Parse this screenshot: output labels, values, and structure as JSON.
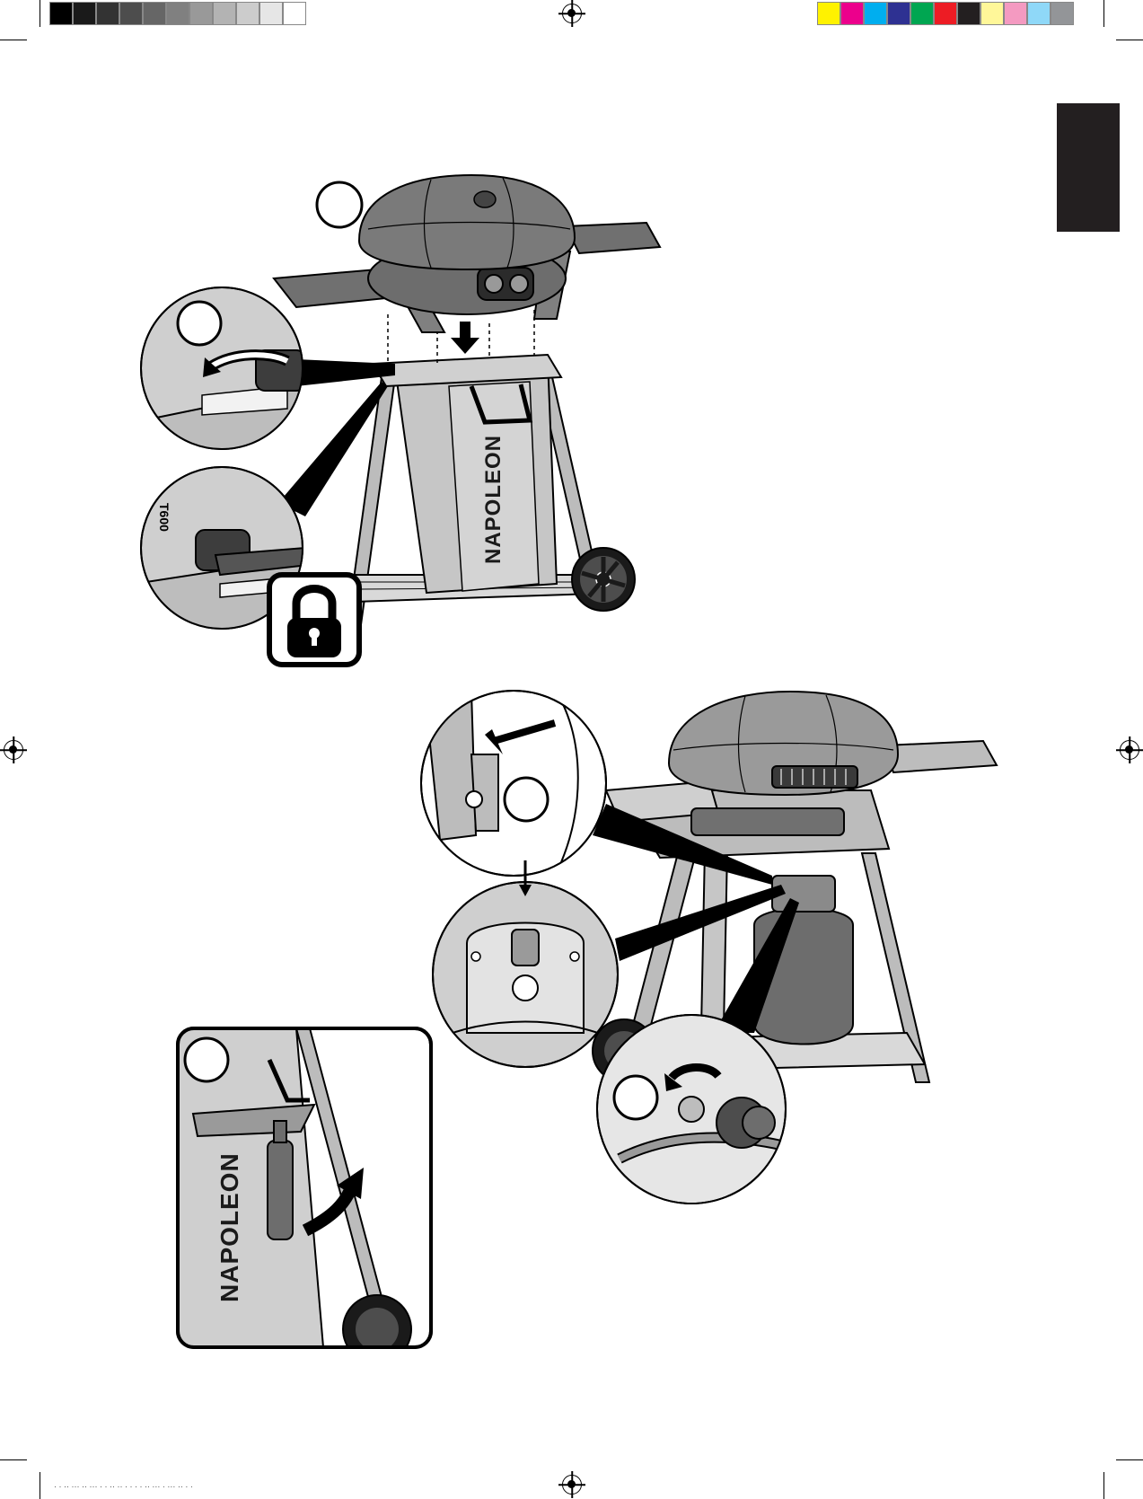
{
  "color_bar_grays": [
    "#000000",
    "#1a1a1a",
    "#333333",
    "#4d4d4d",
    "#666666",
    "#808080",
    "#999999",
    "#b3b3b3",
    "#cccccc",
    "#e6e6e6",
    "#ffffff"
  ],
  "color_bar_process": [
    "#fff200",
    "#ec008c",
    "#00aeef",
    "#2e3192",
    "#00a651",
    "#ed1c24",
    "#231f20",
    "#fff799",
    "#f49ac1",
    "#8fd8f8",
    "#939598"
  ],
  "accent_colors": {
    "lang_tab": "#231f20",
    "ink": "#000000",
    "gray_fill": "#bcbcbc",
    "dark_fill": "#6d6d6d"
  },
  "cart": {
    "brand_label": "NAPOLEON",
    "part_code": "T600"
  },
  "bottle_detail": {
    "brand_label": "NAPOLEON"
  },
  "icons": [
    "lock-icon",
    "registration-mark-icon",
    "arrow-icon"
  ],
  "footer": {
    "print_slug": "· · ·· ··· ·· ···  ·  · ·· ·· · · · · ·· ··· · ··· ·· · ·"
  }
}
